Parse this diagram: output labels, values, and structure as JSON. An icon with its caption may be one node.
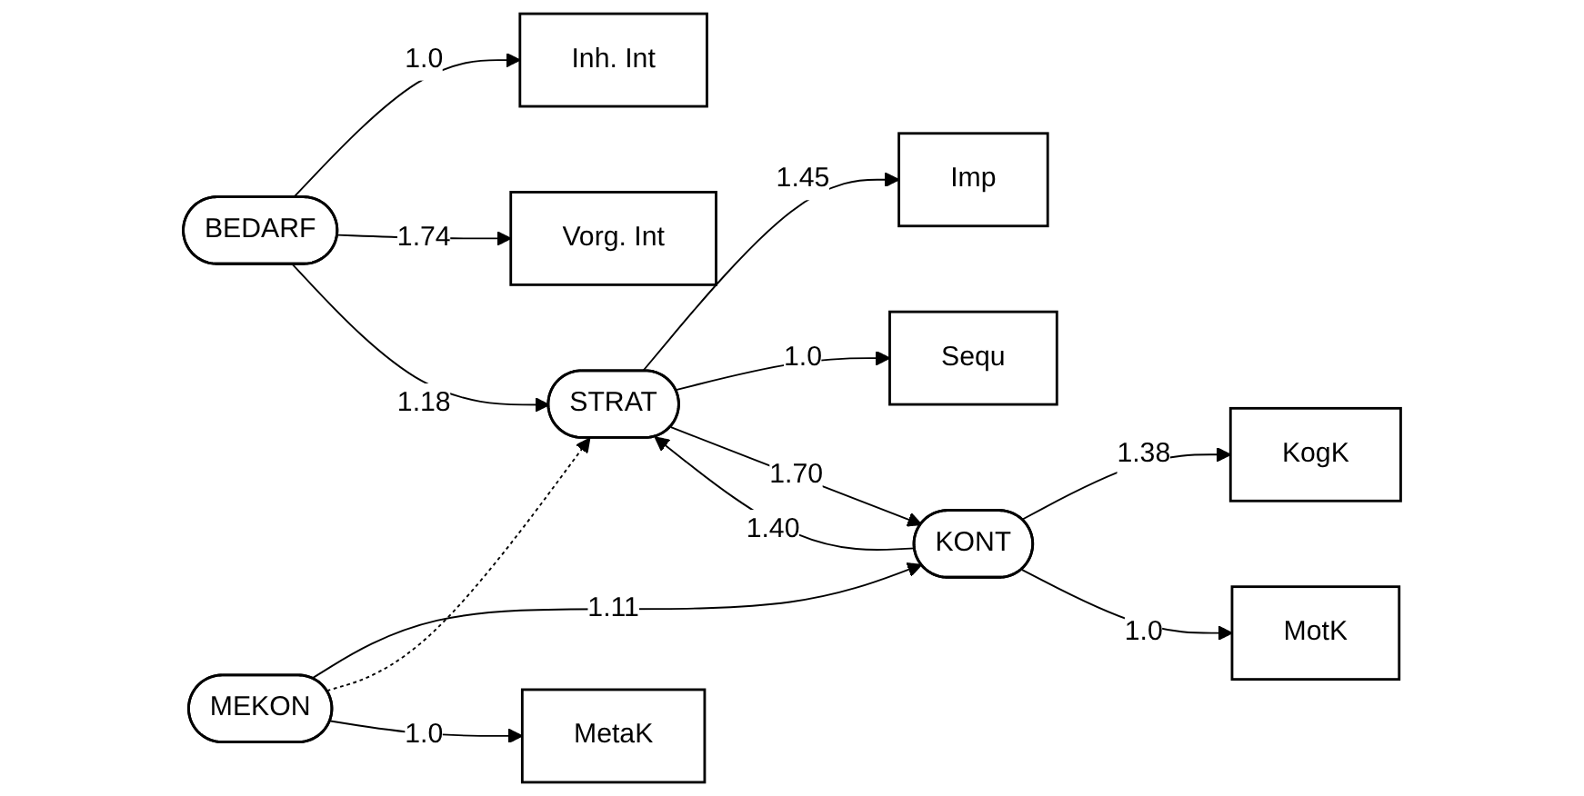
{
  "diagram": {
    "nodes": [
      {
        "text": [
          "Inh. Int"
        ]
      },
      {
        "text": [
          "Vorg. Int"
        ]
      },
      {
        "text": [
          "BEDARF"
        ]
      },
      {
        "text": [
          "STRAT"
        ]
      },
      {
        "text": [
          "KONT"
        ]
      },
      {
        "text": [
          "MEKON"
        ]
      },
      {
        "text": [
          "Imp"
        ]
      },
      {
        "text": [
          "Sequ"
        ]
      },
      {
        "text": [
          "KogK"
        ]
      },
      {
        "text": [
          "MotK"
        ]
      },
      {
        "text": [
          "MetaK"
        ]
      }
    ],
    "edges": [
      {
        "from": 2,
        "to": 0,
        "arrow": "to",
        "label": "1.0"
      },
      {
        "from": 2,
        "to": 1,
        "arrow": "to",
        "label": "1.74"
      },
      {
        "from": 2,
        "to": 3,
        "arrow": "to",
        "label": "1.18"
      },
      {
        "from": 3,
        "to": 6,
        "arrow": "to",
        "label": "1.45"
      },
      {
        "from": 3,
        "to": 7,
        "arrow": "to",
        "label": "1.0"
      },
      {
        "from": 4,
        "to": 3,
        "arrow": "to",
        "label": "1.40"
      },
      {
        "from": 3,
        "to": 4,
        "arrow": "to",
        "label": "1.70"
      },
      {
        "from": 4,
        "to": 8,
        "arrow": "to",
        "label": "1.38"
      },
      {
        "from": 4,
        "to": 9,
        "arrow": "to",
        "label": "1.0"
      },
      {
        "from": 5,
        "to": 4,
        "arrow": "to",
        "label": "1.11"
      },
      {
        "from": 5,
        "to": 3,
        "arrow": "to",
        "style": "dashed"
      },
      {
        "from": 5,
        "to": 10,
        "arrow": "to",
        "label": "1.0"
      }
    ]
  }
}
